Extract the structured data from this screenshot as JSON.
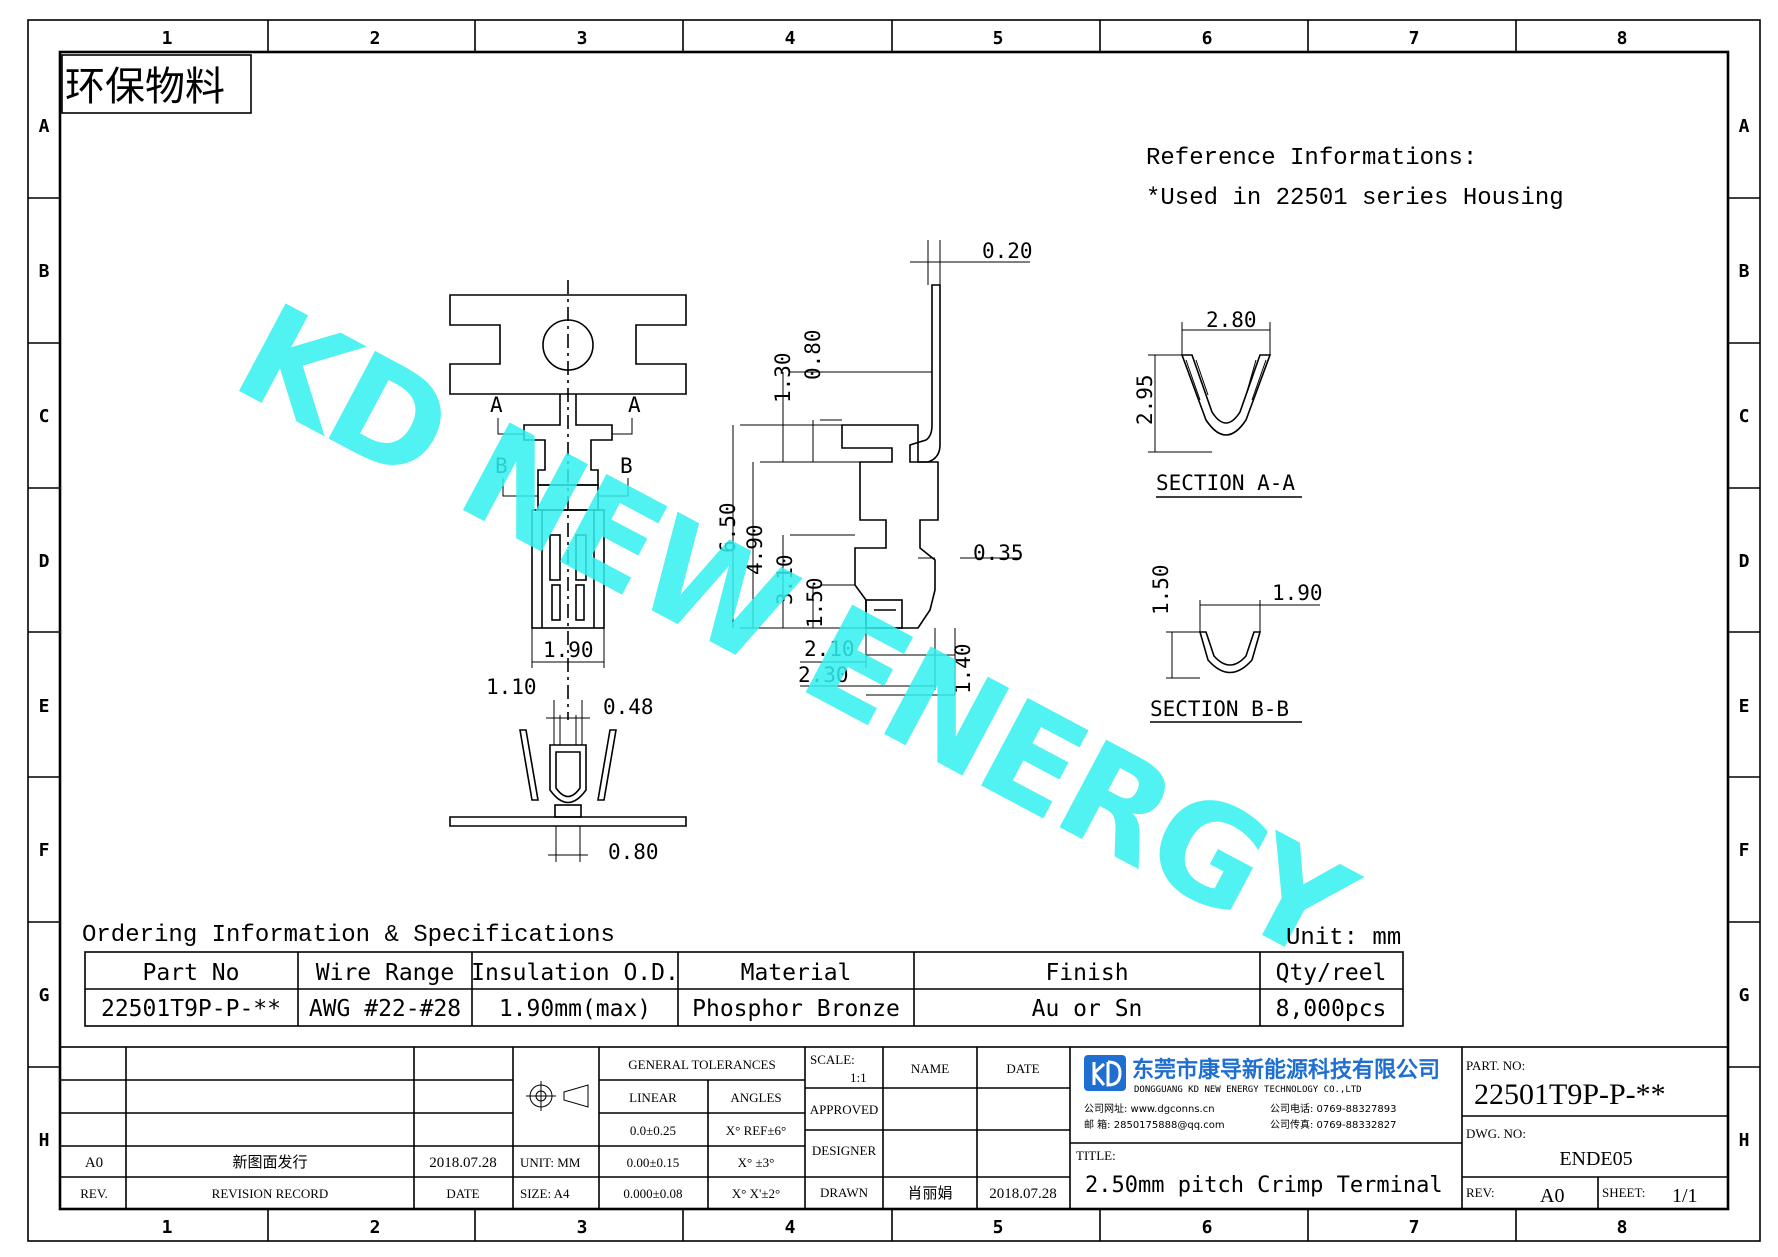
{
  "zones": {
    "columns": [
      "1",
      "2",
      "3",
      "4",
      "5",
      "6",
      "7",
      "8"
    ],
    "rows": [
      "A",
      "B",
      "C",
      "D",
      "E",
      "F",
      "G",
      "H"
    ]
  },
  "stamp": "环保物料",
  "reference": {
    "line1": "Reference Informations:",
    "line2": "*Used in 22501 series Housing"
  },
  "watermark": "KD NEW ENERGY",
  "dimensions": {
    "d020": "0.20",
    "d080": "0.80",
    "d130": "1.30",
    "d650": "6.50",
    "d490": "4.90",
    "d310": "3.10",
    "d150": "1.50",
    "d035": "0.35",
    "d210": "2.10",
    "d230": "2.30",
    "d140": "1.40",
    "d190_top": "1.90",
    "d110": "1.10",
    "d048": "0.48",
    "d080b": "0.80",
    "d280": "2.80",
    "d295": "2.95",
    "d150b": "1.50",
    "d190b": "1.90"
  },
  "markers": {
    "a": "A",
    "b": "B"
  },
  "sections": {
    "aa": "SECTION A-A",
    "bb": "SECTION B-B"
  },
  "ordering": {
    "title": "Ordering Information & Specifications",
    "unit": "Unit: mm",
    "headers": [
      "Part No",
      "Wire Range",
      "Insulation O.D.",
      "Material",
      "Finish",
      "Qty/reel"
    ],
    "row": [
      "22501T9P-P-**",
      "AWG #22-#28",
      "1.90mm(max)",
      "Phosphor Bronze",
      "Au or Sn",
      "8,000pcs"
    ]
  },
  "title_block": {
    "rev_code": "A0",
    "rev_record": "新图面发行",
    "rev_date": "2018.07.28",
    "rev_label": "REV.",
    "revision_record_label": "REVISION RECORD",
    "date_label": "DATE",
    "unit_label": "UNIT: MM",
    "size_label": "SIZE: A4",
    "general_tol": "GENERAL TOLERANCES",
    "linear": "LINEAR",
    "angles": "ANGLES",
    "lin1": "0.0±0.25",
    "lin2": "0.00±0.15",
    "lin3": "0.000±0.08",
    "ang1": "X° REF±6°",
    "ang2": "X° ±3°",
    "ang3": "X° X'±2°",
    "scale_label": "SCALE:",
    "scale_value": "1:1",
    "name_label": "NAME",
    "date_col_label": "DATE",
    "approved": "APPROVED",
    "designer": "DESIGNER",
    "drawn": "DRAWN",
    "drawn_name": "肖丽娟",
    "drawn_date": "2018.07.28",
    "company_cn": "东莞市康导新能源科技有限公司",
    "company_en": "DONGGUANG KD NEW ENERGY TECHNOLOGY CO.,LTD",
    "company_web": "公司网址: www.dgconns.cn",
    "company_tel": "公司电话: 0769-88327893",
    "company_mail": "邮  箱: 2850175888@qq.com",
    "company_fax": "公司传真: 0769-88332827",
    "title_label": "TITLE:",
    "title_value": "2.50mm pitch Crimp Terminal",
    "part_label": "PART. NO:",
    "part_value": "22501T9P-P-**",
    "dwg_label": "DWG. NO:",
    "dwg_value": "ENDE05",
    "rev2_label": "REV:",
    "rev2_value": "A0",
    "sheet_label": "SHEET:",
    "sheet_value": "1/1"
  },
  "colors": {
    "watermark": "#33f0f0",
    "logo": "#1f6fd1",
    "line": "#000000"
  }
}
